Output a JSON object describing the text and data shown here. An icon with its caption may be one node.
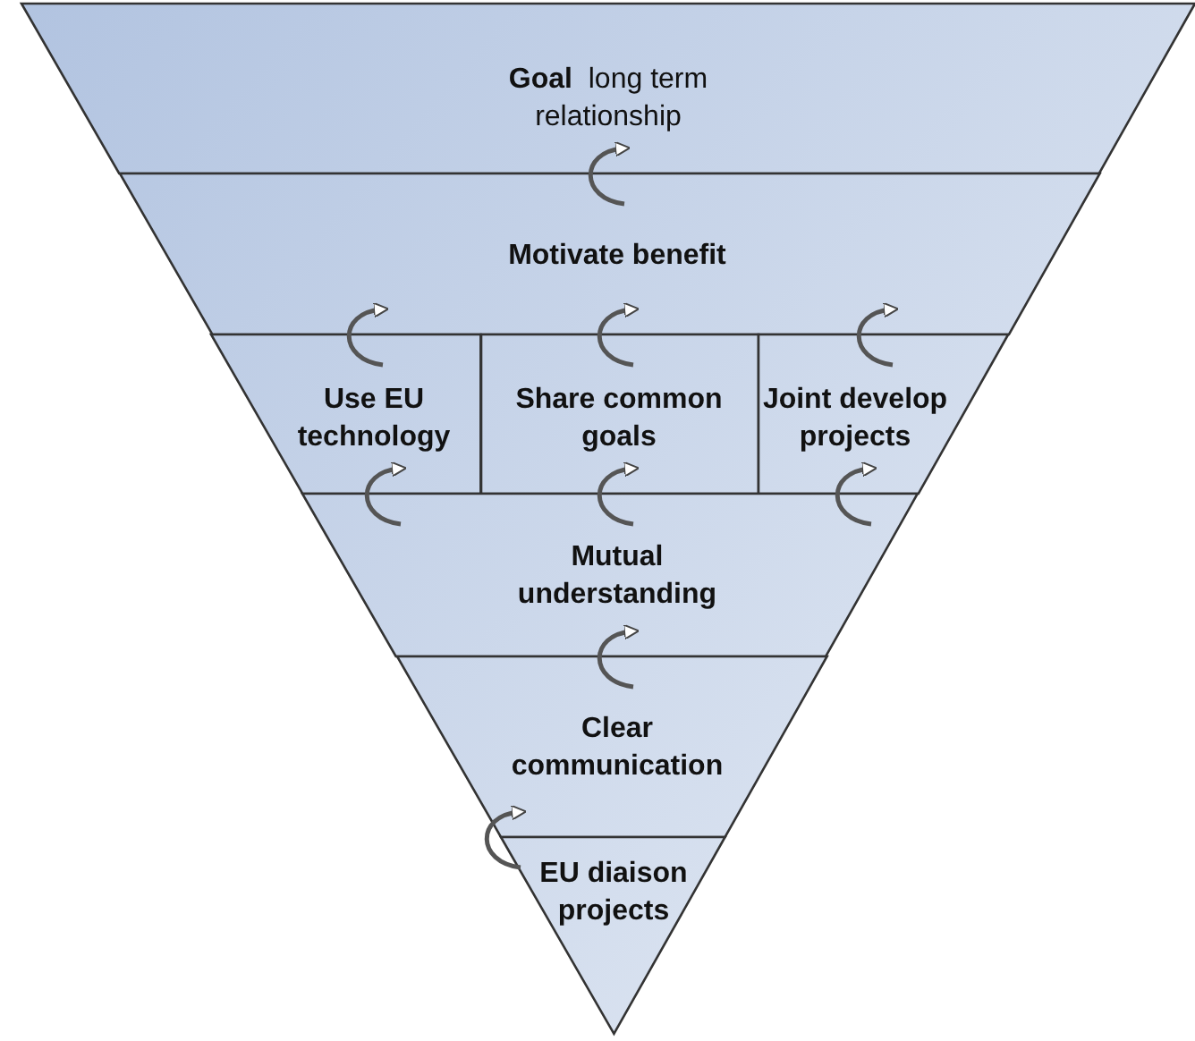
{
  "diagram": {
    "nodes": [
      {
        "text": [
          "Goal",
          "long term relationship"
        ]
      },
      {
        "text": [
          "Motivate benefit"
        ]
      },
      {
        "text": [
          "Use EU technology"
        ]
      },
      {
        "text": [
          "Share common goals"
        ]
      },
      {
        "text": [
          "Joint develop projects"
        ]
      },
      {
        "text": [
          "Mutual understanding"
        ]
      },
      {
        "text": [
          "Clear communication"
        ]
      },
      {
        "text": [
          "EU diaison projects"
        ]
      }
    ],
    "edges": [
      {
        "from": 1,
        "to": 0,
        "arrow": "to"
      },
      {
        "from": 2,
        "to": 1,
        "arrow": "to"
      },
      {
        "from": 3,
        "to": 1,
        "arrow": "to"
      },
      {
        "from": 4,
        "to": 1,
        "arrow": "to"
      },
      {
        "from": 5,
        "to": 2,
        "arrow": "to"
      },
      {
        "from": 5,
        "to": 3,
        "arrow": "to"
      },
      {
        "from": 5,
        "to": 4,
        "arrow": "to"
      },
      {
        "from": 6,
        "to": 5,
        "arrow": "to"
      },
      {
        "from": 7,
        "to": 6,
        "arrow": "to"
      }
    ]
  }
}
